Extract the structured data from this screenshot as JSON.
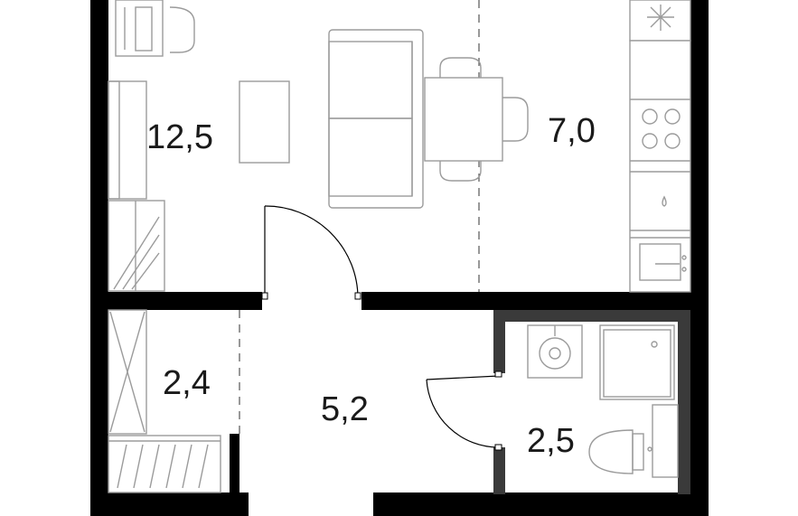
{
  "rooms": [
    {
      "id": "living-room",
      "area": "12,5"
    },
    {
      "id": "kitchen",
      "area": "7,0"
    },
    {
      "id": "storage",
      "area": "2,4"
    },
    {
      "id": "hallway",
      "area": "5,2"
    },
    {
      "id": "bathroom",
      "area": "2,5"
    }
  ],
  "colors": {
    "wall": "#000000",
    "furniture": "#9b9b9b",
    "background": "#ffffff"
  },
  "icons": [
    "desk-chair-icon",
    "sofa-icon",
    "dining-table-icon",
    "wardrobe-icon",
    "fridge-icon",
    "hob-icon",
    "kitchen-cabinet-icon",
    "kitchen-sink-icon",
    "washing-machine-icon",
    "shower-icon",
    "toilet-icon",
    "door-icon"
  ]
}
